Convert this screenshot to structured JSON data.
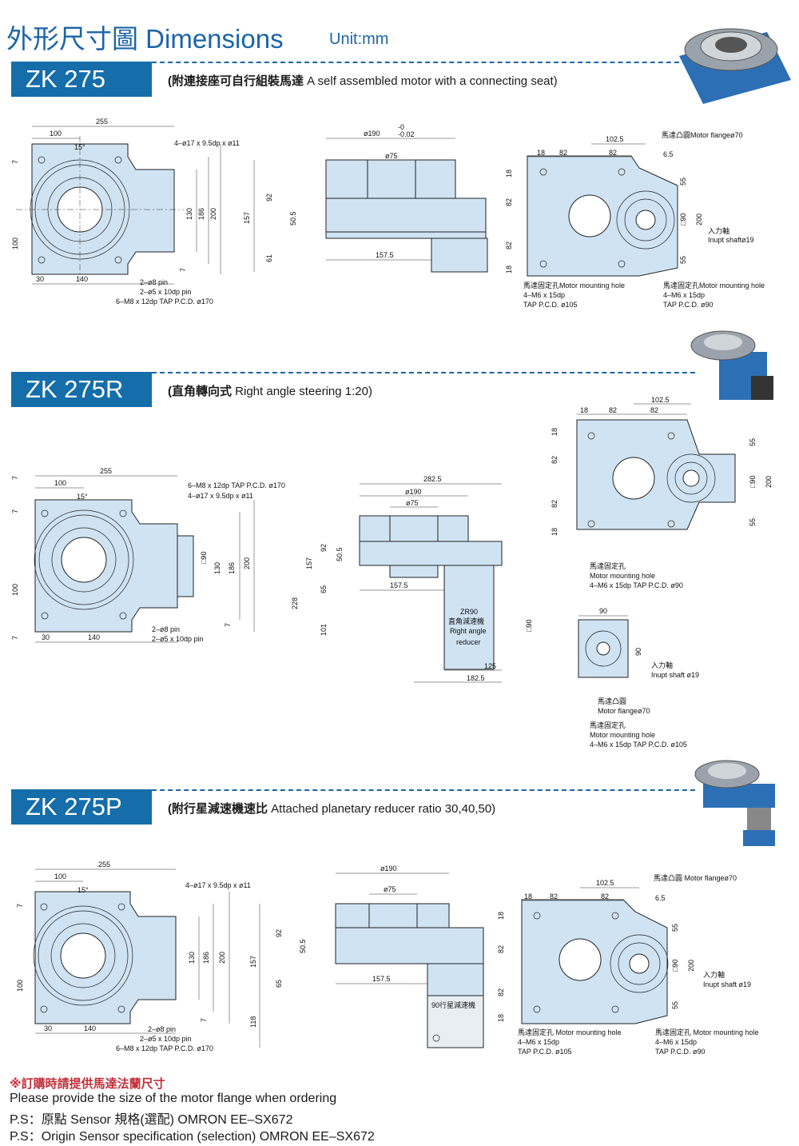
{
  "header": {
    "title": "外形尺寸圖 Dimensions",
    "unit": "Unit:mm"
  },
  "sections": [
    {
      "model": "ZK 275",
      "desc_zh": "(附連接座可自行組裝馬達",
      "desc_en": "A self assembled motor with a connecting seat)"
    },
    {
      "model": "ZK 275R",
      "desc_zh": "(直角轉向式",
      "desc_en": "Right angle steering 1:20)"
    },
    {
      "model": "ZK 275P",
      "desc_zh": "(附行星減速機速比",
      "desc_en": "Attached planetary reducer ratio 30,40,50)"
    }
  ],
  "dims": {
    "d255": "255",
    "d100": "100",
    "d15": "15°",
    "d7": "7",
    "d30": "30",
    "d140": "140",
    "d130": "130",
    "d186": "186",
    "d200": "200",
    "d157": "157",
    "d92": "92",
    "d50_5": "50.5",
    "d61": "61",
    "d65": "65",
    "d118": "118",
    "d157_5": "157.5",
    "d190": "ø190",
    "d190_tol": "-0.02",
    "d190_top": "-0",
    "d75": "ø75",
    "d102_5": "102.5",
    "d82": "82",
    "d18": "18",
    "d6_5": "6.5",
    "d55": "55",
    "d90sq": "□90",
    "d282_5": "282.5",
    "d228": "228",
    "d101": "101",
    "d125": "125",
    "d182_5": "182.5",
    "d90": "90"
  },
  "notes": {
    "holes4": "4–ø17 x 9.5dp x ø11",
    "pin8": "2–ø8 pin",
    "pin5": "2–ø5 x 10dp pin",
    "m8": "6–M8 x 12dp TAP P.C.D. ø170",
    "motor_flange": "馬達凸圓Motor flangeø70",
    "motor_flange_sp": "馬達凸圓 Motor flangeø70",
    "input_shaft_zh": "入力軸",
    "input_shaft": "Inupt shaftø19",
    "input_shaft_sp": "Inupt shaft ø19",
    "mh_left_1": "馬達固定孔Motor mounting hole",
    "mh_left_2": "4–M6 x 15dp",
    "mh_left_3": "TAP P.C.D. ø105",
    "mh_right_3": "TAP P.C.D. ø90",
    "mh_left_1p": "馬達固定孔 Motor mounting hole",
    "zr90_1": "ZR90",
    "zr90_2": "直角減速機",
    "zr90_3": "Right angle",
    "zr90_4": "reducer",
    "r_mh_zh": "馬達固定孔",
    "r_mh_en": "Motor mounting hole",
    "r_mh_90": "4–M6 x 15dp TAP P.C.D. ø90",
    "r_flange_zh": "馬達凸圓",
    "r_flange_en": "Motor flangeø70",
    "r_mh_105": "4–M6 x 15dp TAP P.C.D. ø105",
    "r_input_zh": "入力軸",
    "r_input_en": "Inupt shaft ø19",
    "planetary_label": "90行星減速機"
  },
  "footer": {
    "note_zh": "※訂購時請提供馬達法蘭尺寸",
    "note_en": "Please provide the size of the motor flange when ordering",
    "ps1": "P.S：原點 Sensor 規格(選配)  OMRON EE–SX672",
    "ps2": "P.S：Origin Sensor specification (selection) OMRON EE–SX672"
  },
  "colors": {
    "accent": "#156da9",
    "part_fill": "#cfe3f3"
  }
}
